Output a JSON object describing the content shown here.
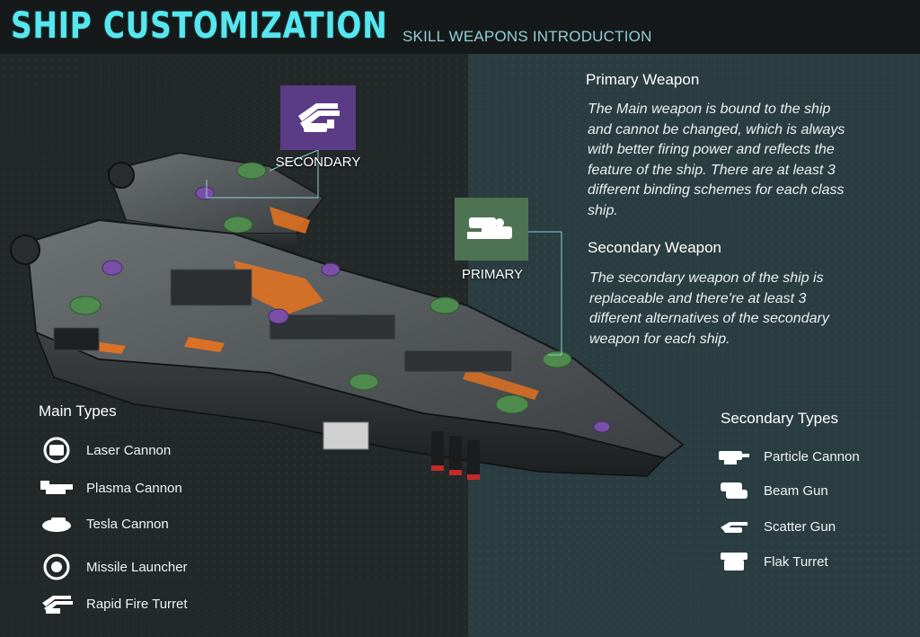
{
  "header": {
    "title": "SHIP CUSTOMIZATION",
    "subtitle": "SKILL WEAPONS INTRODUCTION"
  },
  "colors": {
    "title": "#57e6ee",
    "subtitle": "#8fd0d6",
    "secondary_accent": "#5b3a86",
    "primary_accent": "#4e7353",
    "right_panel": "#2a3d40",
    "ship_orange": "#e8731e"
  },
  "callouts": {
    "secondary": {
      "label": "SECONDARY",
      "icon": "rapid-fire-turret-icon"
    },
    "primary": {
      "label": "PRIMARY",
      "icon": "heavy-cannon-icon"
    }
  },
  "info": {
    "primary": {
      "heading": "Primary Weapon",
      "lines": [
        "The Main weapon is bound to the ship",
        "and cannot be changed, which is always",
        "with better firing power and reflects the",
        "feature of the ship. There are at least 3",
        "different binding schemes for each class",
        "ship."
      ]
    },
    "secondary": {
      "heading": "Secondary Weapon",
      "lines": [
        "The secondary weapon of the ship is",
        "replaceable and there're at least 3",
        "different alternatives of the secondary",
        "weapon for each ship."
      ]
    }
  },
  "main_types": {
    "heading": "Main Types",
    "items": [
      {
        "label": "Laser Cannon",
        "icon": "laser-cannon-icon"
      },
      {
        "label": "Plasma Cannon",
        "icon": "plasma-cannon-icon"
      },
      {
        "label": "Tesla Cannon",
        "icon": "tesla-cannon-icon"
      },
      {
        "label": "Missile Launcher",
        "icon": "missile-launcher-icon"
      },
      {
        "label": "Rapid Fire Turret",
        "icon": "rapid-fire-turret-icon"
      }
    ]
  },
  "secondary_types": {
    "heading": "Secondary Types",
    "items": [
      {
        "label": "Particle Cannon",
        "icon": "particle-cannon-icon"
      },
      {
        "label": "Beam Gun",
        "icon": "beam-gun-icon"
      },
      {
        "label": "Scatter Gun",
        "icon": "scatter-gun-icon"
      },
      {
        "label": "Flak Turret",
        "icon": "flak-turret-icon"
      }
    ]
  }
}
